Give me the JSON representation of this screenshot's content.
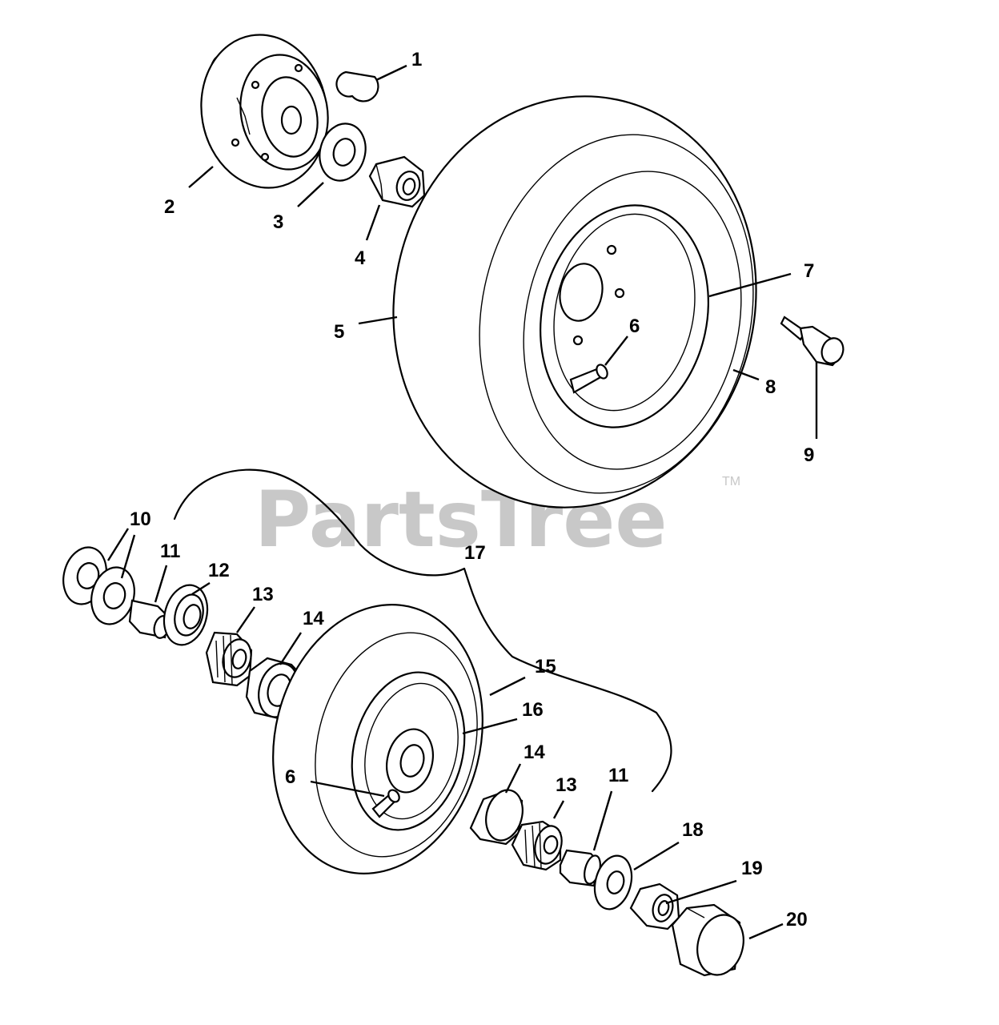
{
  "watermark": {
    "text": "PartsTree",
    "trademark": "TM"
  },
  "callouts": {
    "c1": "1",
    "c2": "2",
    "c3": "3",
    "c4": "4",
    "c5": "5",
    "c6a": "6",
    "c7": "7",
    "c8": "8",
    "c9": "9",
    "c10": "10",
    "c11a": "11",
    "c12": "12",
    "c13a": "13",
    "c14a": "14",
    "c15": "15",
    "c16": "16",
    "c17": "17",
    "c14b": "14",
    "c13b": "13",
    "c11b": "11",
    "c6b": "6",
    "c18": "18",
    "c19": "19",
    "c20": "20"
  }
}
